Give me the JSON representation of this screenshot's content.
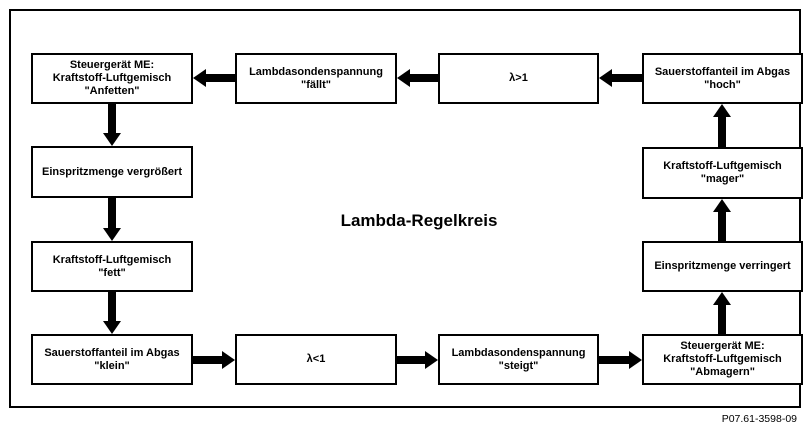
{
  "diagram": {
    "title": "Lambda-Regelkreis",
    "figure_number": "P07.61-3598-09",
    "colors": {
      "line": "#000000",
      "background": "#ffffff"
    },
    "boxes": [
      {
        "id": "steuergeraet-anfetten",
        "lines": [
          "Steuergerät ME:",
          "Kraftstoff-Luftgemisch",
          "\"Anfetten\""
        ]
      },
      {
        "id": "lambdasondenspannung-faellt",
        "lines": [
          "Lambdasondenspannung",
          "\"fällt\""
        ]
      },
      {
        "id": "lambda-groesser-1",
        "lines": [
          "λ>1"
        ]
      },
      {
        "id": "sauerstoffanteil-hoch",
        "lines": [
          "Sauerstoffanteil im Abgas",
          "\"hoch\""
        ]
      },
      {
        "id": "einspritzmenge-vergroessert",
        "lines": [
          "Einspritzmenge vergrößert"
        ]
      },
      {
        "id": "kraftstoff-luftgemisch-mager",
        "lines": [
          "Kraftstoff-Luftgemisch",
          "\"mager\""
        ]
      },
      {
        "id": "kraftstoff-luftgemisch-fett",
        "lines": [
          "Kraftstoff-Luftgemisch",
          "\"fett\""
        ]
      },
      {
        "id": "einspritzmenge-verringert",
        "lines": [
          "Einspritzmenge verringert"
        ]
      },
      {
        "id": "sauerstoffanteil-klein",
        "lines": [
          "Sauerstoffanteil im Abgas",
          "\"klein\""
        ]
      },
      {
        "id": "lambda-kleiner-1",
        "lines": [
          "λ<1"
        ]
      },
      {
        "id": "lambdasondenspannung-steigt",
        "lines": [
          "Lambdasondenspannung",
          "\"steigt\""
        ]
      },
      {
        "id": "steuergeraet-abmagern",
        "lines": [
          "Steuergerät ME:",
          "Kraftstoff-Luftgemisch",
          "\"Abmagern\""
        ]
      }
    ],
    "arrows": [
      {
        "from": "sauerstoffanteil-hoch",
        "to": "lambda-groesser-1",
        "direction": "left"
      },
      {
        "from": "lambda-groesser-1",
        "to": "lambdasondenspannung-faellt",
        "direction": "left"
      },
      {
        "from": "lambdasondenspannung-faellt",
        "to": "steuergeraet-anfetten",
        "direction": "left"
      },
      {
        "from": "steuergeraet-anfetten",
        "to": "einspritzmenge-vergroessert",
        "direction": "down"
      },
      {
        "from": "einspritzmenge-vergroessert",
        "to": "kraftstoff-luftgemisch-fett",
        "direction": "down"
      },
      {
        "from": "kraftstoff-luftgemisch-fett",
        "to": "sauerstoffanteil-klein",
        "direction": "down"
      },
      {
        "from": "sauerstoffanteil-klein",
        "to": "lambda-kleiner-1",
        "direction": "right"
      },
      {
        "from": "lambda-kleiner-1",
        "to": "lambdasondenspannung-steigt",
        "direction": "right"
      },
      {
        "from": "lambdasondenspannung-steigt",
        "to": "steuergeraet-abmagern",
        "direction": "right"
      },
      {
        "from": "steuergeraet-abmagern",
        "to": "einspritzmenge-verringert",
        "direction": "up"
      },
      {
        "from": "einspritzmenge-verringert",
        "to": "kraftstoff-luftgemisch-mager",
        "direction": "up"
      },
      {
        "from": "kraftstoff-luftgemisch-mager",
        "to": "sauerstoffanteil-hoch",
        "direction": "up"
      }
    ]
  }
}
